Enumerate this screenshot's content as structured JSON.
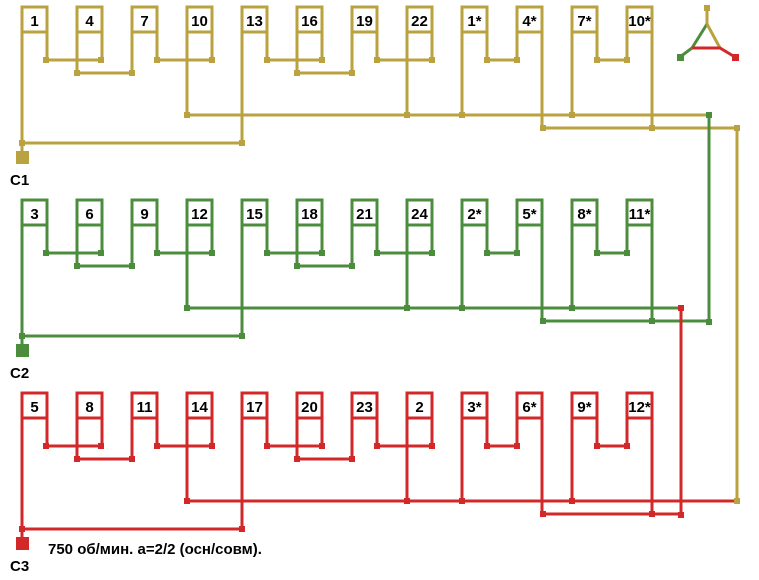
{
  "colors": {
    "phase1": "#b9a23f",
    "phase2": "#4b8d3d",
    "phase3": "#d3282a"
  },
  "rows": [
    {
      "terminal": "C1",
      "color_key": "phase1",
      "coils": [
        "1",
        "4",
        "7",
        "10",
        "13",
        "16",
        "19",
        "22",
        "1*",
        "4*",
        "7*",
        "10*"
      ]
    },
    {
      "terminal": "C2",
      "color_key": "phase2",
      "coils": [
        "3",
        "6",
        "9",
        "12",
        "15",
        "18",
        "21",
        "24",
        "2*",
        "5*",
        "8*",
        "11*"
      ]
    },
    {
      "terminal": "C3",
      "color_key": "phase3",
      "coils": [
        "5",
        "8",
        "11",
        "14",
        "17",
        "20",
        "23",
        "2",
        "3*",
        "6*",
        "9*",
        "12*"
      ]
    }
  ],
  "caption": "750 об/мин. a=2/2 (осн/совм).",
  "legend_icon": "star-delta-connection-icon"
}
